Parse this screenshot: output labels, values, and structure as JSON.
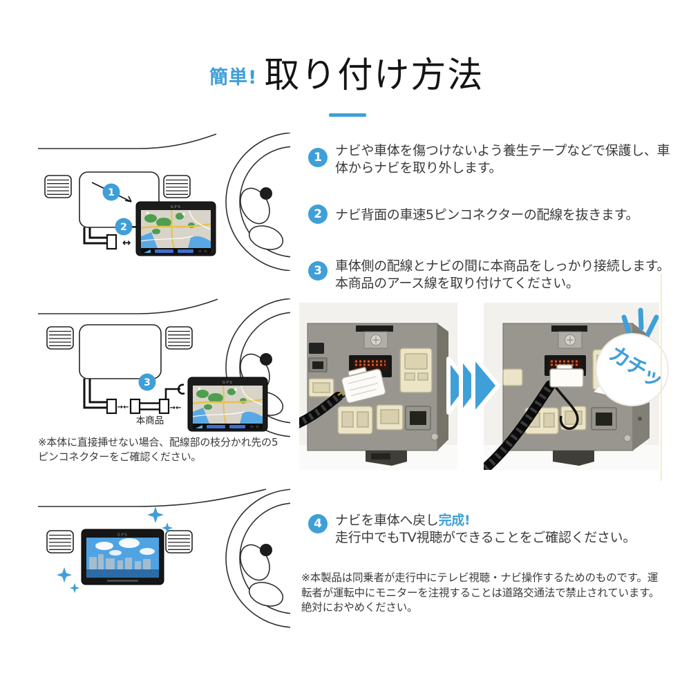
{
  "accent": "#3f9fd8",
  "title": {
    "tagline": "簡単!",
    "main": "取り付け方法"
  },
  "steps": [
    {
      "num": "1",
      "text": "ナビや車体を傷つけないよう養生テープなどで保護し、車体からナビを取り外します。"
    },
    {
      "num": "2",
      "text": "ナビ背面の車速5ピンコネクターの配線を抜きます。"
    },
    {
      "num": "3",
      "text": "車体側の配線とナビの間に本商品をしっかり接続します。本商品のアース線を取り付けてください。"
    },
    {
      "num": "4",
      "text_before": "ナビを車体へ戻し",
      "highlight": "完成!",
      "text_line2": "走行中でもTV視聴ができることをご確認ください。"
    }
  ],
  "notes": {
    "branch_connector": "※本体に直接挿せない場合、配線部の枝分かれ先の5ピンコネクターをご確認ください。",
    "legal": "※本製品は同乗者が走行中にテレビ視聴・ナビ操作するためのものです。運転者が運転中にモニターを注視することは道路交通法で禁止されています。絶対におやめください。"
  },
  "labels": {
    "product": "本商品",
    "click_sound": "カチッ",
    "device_brand": "GPS",
    "plug_symbol": "↔",
    "connect_symbol": "→←"
  }
}
